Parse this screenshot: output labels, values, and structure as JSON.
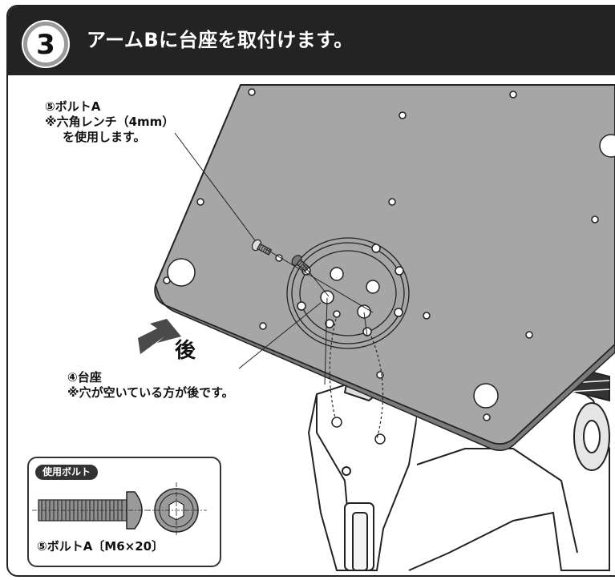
{
  "header": {
    "step_number": "3",
    "title": "アームBに台座を取付けます。"
  },
  "labels": {
    "bolt_line1": "⑤ボルトA",
    "bolt_line2": "※六角レンチ（4mm）",
    "bolt_line3": "を使用します。",
    "base_line1": "④台座",
    "base_line2": "※穴が空いている方が後です。",
    "rear": "後"
  },
  "legend": {
    "title": "使用ボルト",
    "caption": "⑤ボルトA〔M6×20〕"
  },
  "colors": {
    "header_bg": "#232323",
    "plate_fill": "#a6a6a6",
    "plate_edge": "#7a7a7a",
    "arrow": "#4a4a4a"
  },
  "icons": [
    "rear-direction-arrow-icon",
    "hex-socket-bolt-icon"
  ]
}
